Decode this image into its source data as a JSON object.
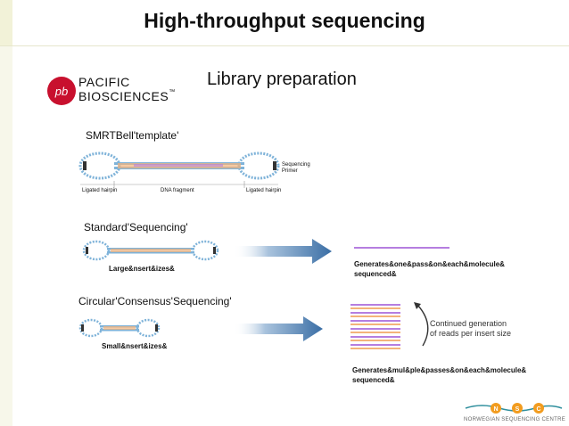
{
  "slide": {
    "title": "High-throughput sequencing",
    "subtitle": "Library preparation"
  },
  "logo": {
    "line1": "PACIFIC",
    "line2": "BIOSCIENCES",
    "trademark": "™"
  },
  "template": {
    "label": "SMRTBell'template'",
    "left_tag": "Ligated hairpin",
    "center_tag": "DNA fragment",
    "right_tag": "Ligated hairpin",
    "primer_line1": "Sequencing",
    "primer_line2": "Primer"
  },
  "standard": {
    "label": "Standard'Sequencing'",
    "size_note": "Large&nsert&izes&",
    "result_line1": "Generates&one&pass&on&each&molecule&",
    "result_line2": "sequenced&"
  },
  "circular": {
    "label": "Circular'Consensus'Sequencing'",
    "size_note": "Small&nsert&izes&",
    "continued_line1": "Continued generation",
    "continued_line2": "of reads per insert size",
    "result_line1": "Generates&mul&ple&passes&on&each&molecule&",
    "result_line2": "sequenced&"
  },
  "footer": {
    "org": "NORWEGIAN SEQUENCING CENTRE",
    "letters": [
      "N",
      "S",
      "C"
    ]
  },
  "colors": {
    "accent_blue": "#3a6ea5",
    "strand_blue": "#7fb3d9",
    "strand_orange": "#f3b37a",
    "strand_purple": "#b57ee0",
    "logo_red": "#c8102e"
  }
}
